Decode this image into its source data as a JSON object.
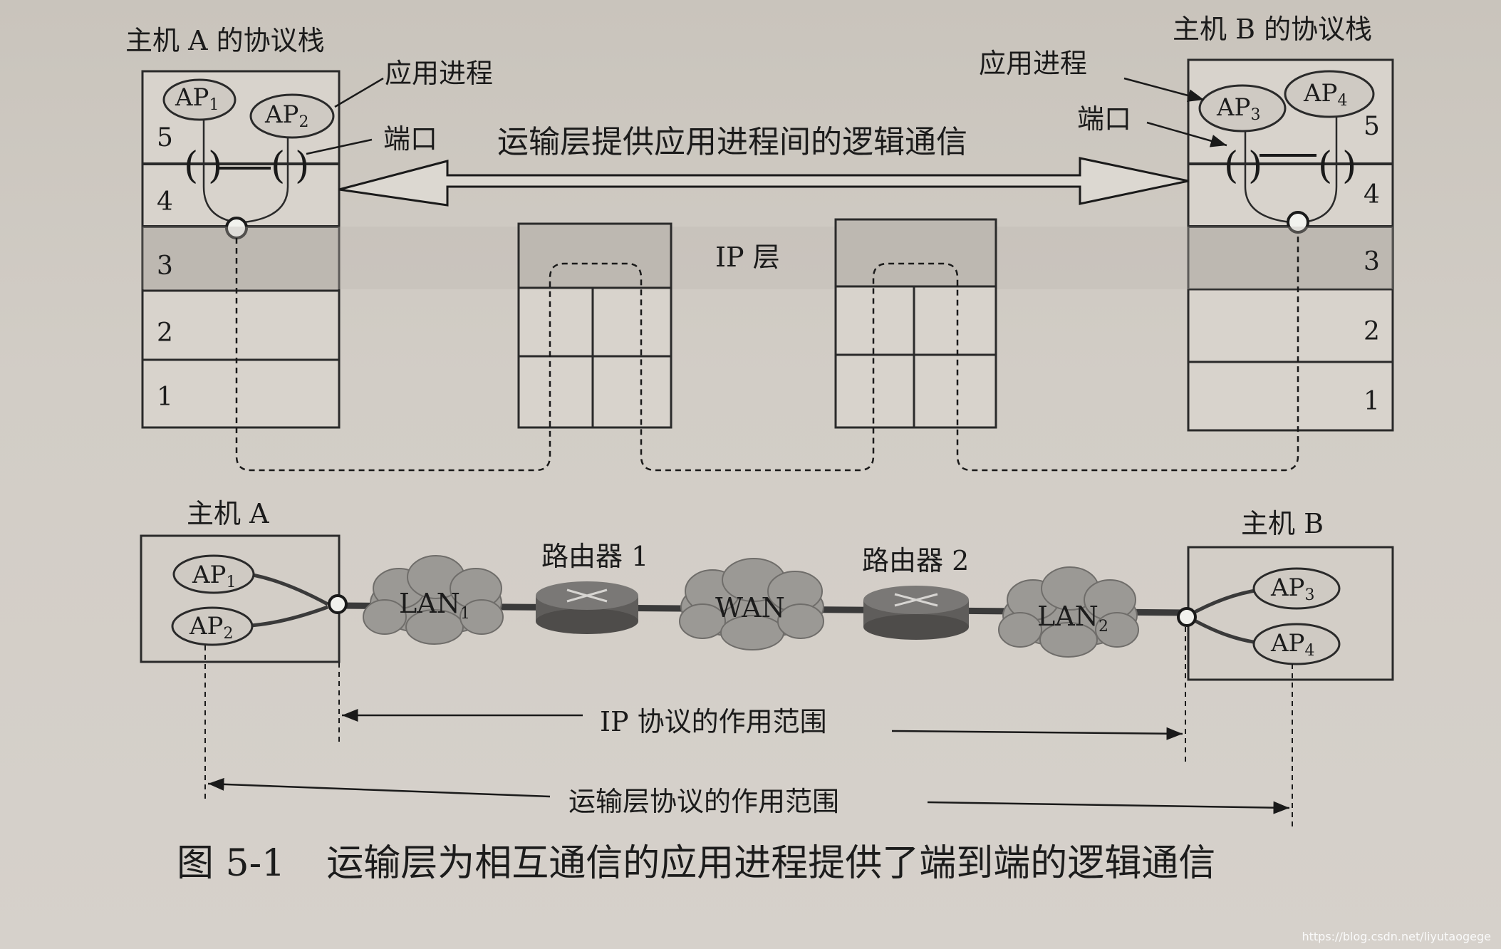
{
  "top": {
    "hostA_title": "主机 A 的协议栈",
    "hostB_title": "主机 B 的协议栈",
    "app_process_label_a": "应用进程",
    "app_process_label_b": "应用进程",
    "port_label_a": "端口",
    "port_label_b": "端口",
    "transport_arrow_label": "运输层提供应用进程间的逻辑通信",
    "ip_layer_label": "IP 层",
    "layers_a": [
      "5",
      "4",
      "3",
      "2",
      "1"
    ],
    "layers_b": [
      "5",
      "4",
      "3",
      "2",
      "1"
    ],
    "ap_a": [
      {
        "name": "AP",
        "sub": "1"
      },
      {
        "name": "AP",
        "sub": "2"
      }
    ],
    "ap_b": [
      {
        "name": "AP",
        "sub": "3"
      },
      {
        "name": "AP",
        "sub": "4"
      }
    ]
  },
  "bottom": {
    "hostA_label": "主机 A",
    "hostB_label": "主机 B",
    "router1_label": "路由器 1",
    "router2_label": "路由器 2",
    "lan1": {
      "name": "LAN",
      "sub": "1"
    },
    "wan": "WAN",
    "lan2": {
      "name": "LAN",
      "sub": "2"
    },
    "ap_a": [
      {
        "name": "AP",
        "sub": "1"
      },
      {
        "name": "AP",
        "sub": "2"
      }
    ],
    "ap_b": [
      {
        "name": "AP",
        "sub": "3"
      },
      {
        "name": "AP",
        "sub": "4"
      }
    ],
    "ip_scope_label": "IP 协议的作用范围",
    "transport_scope_label": "运输层协议的作用范围"
  },
  "caption": {
    "number": "图 5-1",
    "text": "运输层为相互通信的应用进程提供了端到端的逻辑通信"
  },
  "watermark": "https://blog.csdn.net/liyutaogege",
  "colors": {
    "shade": "#b9b4ae",
    "router": "#6e6c6a",
    "cloud": "#9b9995"
  }
}
